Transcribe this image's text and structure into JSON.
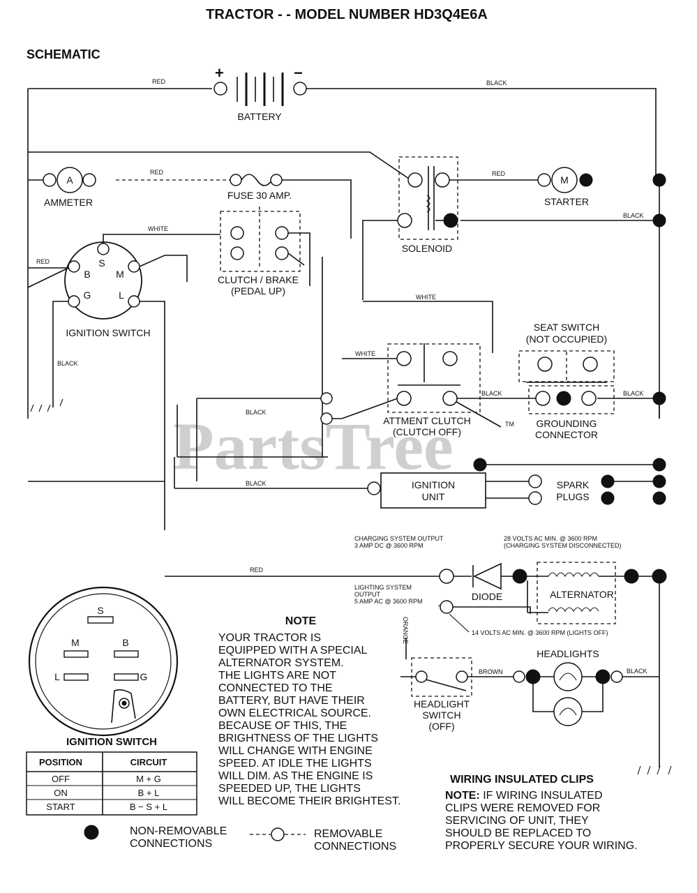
{
  "title": "TRACTOR - - MODEL NUMBER HD3Q4E6A",
  "section": "SCHEMATIC",
  "watermark": "PartsTree",
  "watermark_tm": "TM",
  "components": {
    "battery": "BATTERY",
    "battery_plus": "+",
    "battery_minus": "−",
    "ammeter": "AMMETER",
    "ammeter_symbol": "A",
    "fuse": "FUSE 30 AMP.",
    "solenoid": "SOLENOID",
    "starter": "STARTER",
    "starter_symbol": "M",
    "ignition_switch": "IGNITION SWITCH",
    "clutch_brake_1": "CLUTCH / BRAKE",
    "clutch_brake_2": "(PEDAL UP)",
    "seat_switch_1": "SEAT SWITCH",
    "seat_switch_2": "(NOT OCCUPIED)",
    "attm_clutch_1": "ATTMENT CLUTCH",
    "attm_clutch_2": "(CLUTCH OFF)",
    "grounding_1": "GROUNDING",
    "grounding_2": "CONNECTOR",
    "ignition_unit_1": "IGNITION",
    "ignition_unit_2": "UNIT",
    "spark_1": "SPARK",
    "spark_2": "PLUGS",
    "diode": "DIODE",
    "alternator": "ALTERNATOR",
    "headlights": "HEADLIGHTS",
    "headlight_switch_1": "HEADLIGHT",
    "headlight_switch_2": "SWITCH",
    "headlight_switch_3": "(OFF)"
  },
  "switch_terminals": {
    "S": "S",
    "B": "B",
    "M": "M",
    "G": "G",
    "L": "L"
  },
  "wire_labels": {
    "red": "RED",
    "black": "BLACK",
    "white": "WHITE",
    "brown": "BROWN",
    "orange": "ORANGE"
  },
  "annotations": {
    "charging_1": "CHARGING SYSTEM OUTPUT",
    "charging_2": "3 AMP DC @ 3600 RPM",
    "alt_volts_1": "28 VOLTS AC MIN. @ 3600 RPM",
    "alt_volts_2": "(CHARGING SYSTEM DISCONNECTED)",
    "lighting_1": "LIGHTING SYSTEM",
    "lighting_2": "OUTPUT",
    "lighting_3": "5 AMP AC @ 3600 RPM",
    "lights_volts": "14 VOLTS AC MIN. @ 3600 RPM (LIGHTS OFF)"
  },
  "note": {
    "heading": "NOTE",
    "lines": [
      "YOUR TRACTOR IS",
      "EQUIPPED WITH A SPECIAL",
      "ALTERNATOR SYSTEM.",
      "THE LIGHTS ARE NOT",
      "CONNECTED TO THE",
      "BATTERY, BUT HAVE THEIR",
      "OWN ELECTRICAL SOURCE.",
      "BECAUSE OF THIS, THE",
      "BRIGHTNESS OF THE LIGHTS",
      "WILL CHANGE WITH ENGINE",
      "SPEED.  AT IDLE THE LIGHTS",
      "WILL DIM.  AS THE ENGINE IS",
      "SPEEDED UP, THE LIGHTS",
      "WILL BECOME THEIR BRIGHTEST."
    ]
  },
  "ignition_table": {
    "title": "IGNITION SWITCH",
    "headers": [
      "POSITION",
      "CIRCUIT"
    ],
    "rows": [
      [
        "OFF",
        "M + G"
      ],
      [
        "ON",
        "B + L"
      ],
      [
        "START",
        "B − S + L"
      ]
    ]
  },
  "legend": {
    "non_removable_1": "NON-REMOVABLE",
    "non_removable_2": "CONNECTIONS",
    "removable_1": "REMOVABLE",
    "removable_2": "CONNECTIONS"
  },
  "clips": {
    "heading": "WIRING INSULATED CLIPS",
    "note_label": "NOTE:",
    "lines": [
      " IF WIRING INSULATED",
      "CLIPS WERE REMOVED FOR",
      "SERVICING OF UNIT, THEY",
      "SHOULD BE REPLACED TO",
      "PROPERLY SECURE YOUR WIRING."
    ]
  }
}
